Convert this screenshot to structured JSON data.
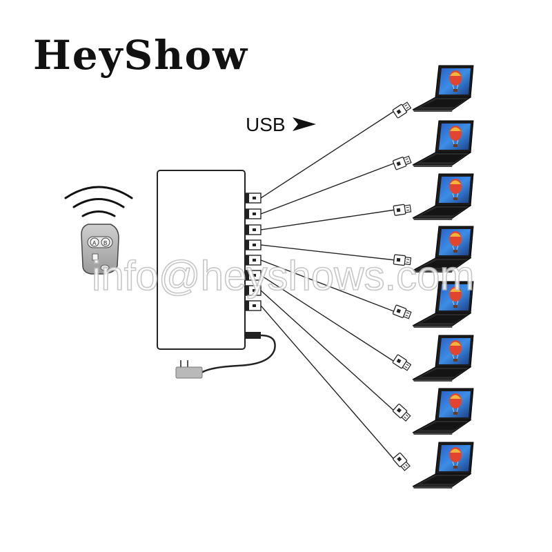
{
  "brand": {
    "logo_text": "HeyShow"
  },
  "labels": {
    "usb": "USB"
  },
  "watermark": {
    "text": "info@heyshows.com"
  },
  "remote": {
    "button_a": "A",
    "button_b": "B"
  },
  "hub": {
    "port_count": 8
  },
  "laptops": {
    "count": 8
  }
}
